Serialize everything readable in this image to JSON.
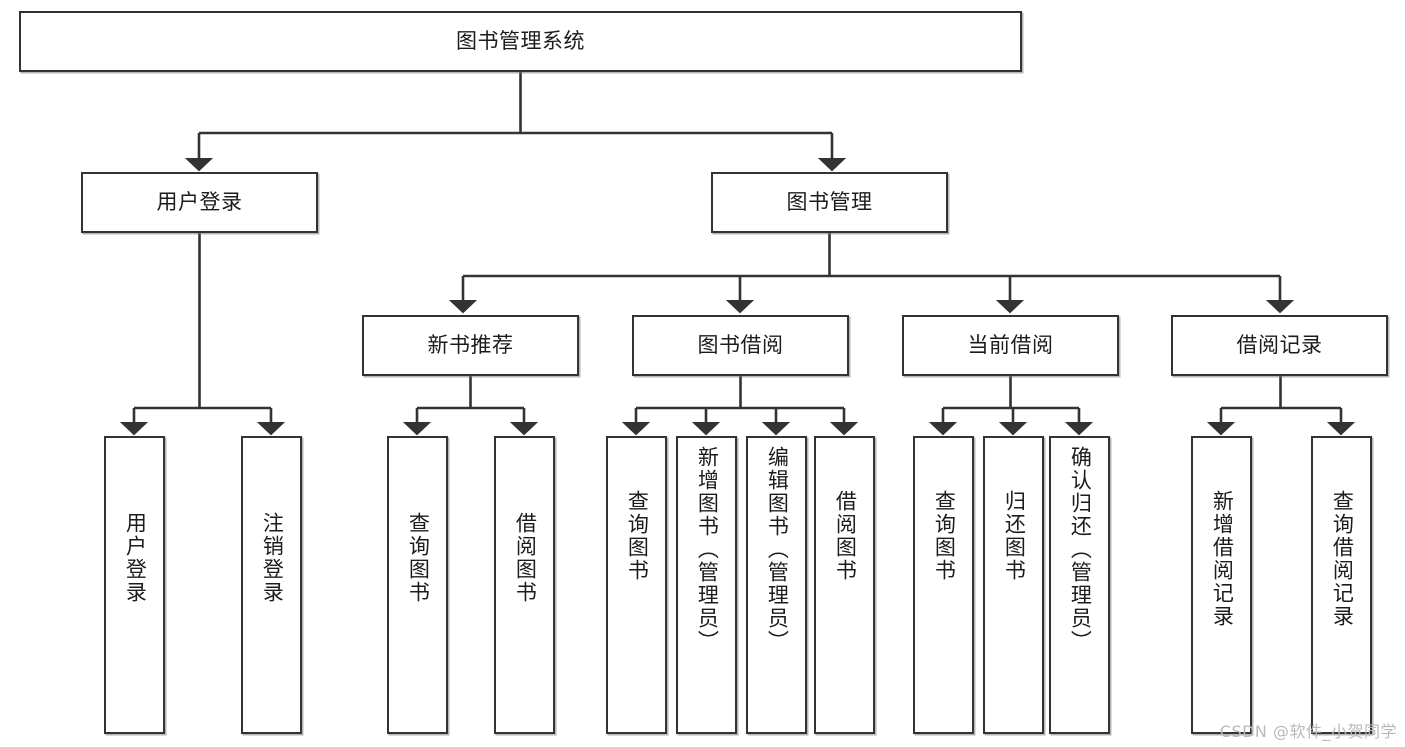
{
  "diagram": {
    "title": "图书管理系统",
    "type": "tree",
    "watermark": "CSDN @软件_小贺同学",
    "colors": {
      "background": "#ffffff",
      "node_fill": "#ffffff",
      "node_border": "#333333",
      "edge": "#333333",
      "text": "#1c1c1c",
      "watermark": "#b9b9b9"
    },
    "root": {
      "label": "图书管理系统"
    },
    "level2": [
      {
        "id": "user-login",
        "label": "用户登录"
      },
      {
        "id": "book-manage",
        "label": "图书管理"
      }
    ],
    "level3": [
      {
        "id": "new-book-rec",
        "label": "新书推荐"
      },
      {
        "id": "book-borrow",
        "label": "图书借阅"
      },
      {
        "id": "current-borrow",
        "label": "当前借阅"
      },
      {
        "id": "borrow-record",
        "label": "借阅记录"
      }
    ],
    "leaves": {
      "user_login": [
        {
          "id": "leaf-user-login",
          "label": "用户登录"
        },
        {
          "id": "leaf-user-logout",
          "label": "注销登录"
        }
      ],
      "new_book_rec": [
        {
          "id": "leaf-query-book-1",
          "label": "查询图书"
        },
        {
          "id": "leaf-borrow-book-1",
          "label": "借阅图书"
        }
      ],
      "book_borrow": [
        {
          "id": "leaf-query-book-2",
          "label": "查询图书"
        },
        {
          "id": "leaf-add-book",
          "label": "新增图书（管理员）"
        },
        {
          "id": "leaf-edit-book",
          "label": "编辑图书（管理员）"
        },
        {
          "id": "leaf-borrow-book-2",
          "label": "借阅图书"
        }
      ],
      "current_borrow": [
        {
          "id": "leaf-query-book-3",
          "label": "查询图书"
        },
        {
          "id": "leaf-return-book",
          "label": "归还图书"
        },
        {
          "id": "leaf-confirm-return",
          "label": "确认归还（管理员）"
        }
      ],
      "borrow_record": [
        {
          "id": "leaf-add-record",
          "label": "新增借阅记录"
        },
        {
          "id": "leaf-query-record",
          "label": "查询借阅记录"
        }
      ]
    }
  }
}
